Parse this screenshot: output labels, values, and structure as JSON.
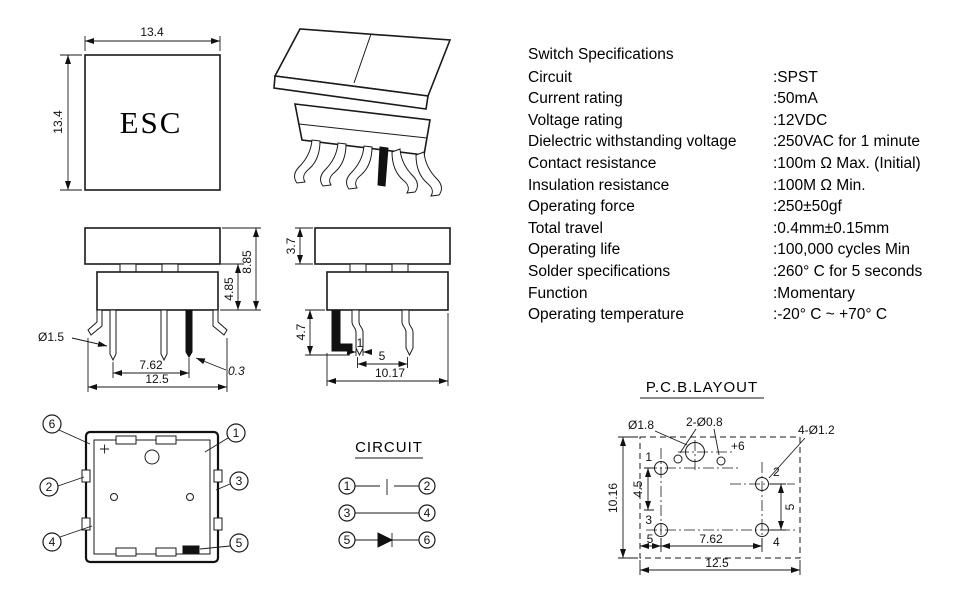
{
  "front_view": {
    "key_label": "ESC",
    "width_dim": "13.4",
    "height_dim": "13.4"
  },
  "side_view_a": {
    "total_height_dim": "8.85",
    "body_height_dim": "4.85",
    "pin_diameter_dim": "Ø1.5",
    "pin_pitch_dim": "7.62",
    "base_width_dim": "12.5",
    "offset_dim": "0.3"
  },
  "side_view_b": {
    "cap_height_dim": "3.7",
    "pin_length_dim": "4.7",
    "pin_width_dim": "1",
    "pin_pitch_dim": "5",
    "body_width_dim": "10.17"
  },
  "bottom_view": {
    "callouts": [
      "1",
      "2",
      "3",
      "4",
      "5",
      "6"
    ]
  },
  "circuit": {
    "title": "CIRCUIT",
    "pins": [
      "1",
      "2",
      "3",
      "4",
      "5",
      "6"
    ]
  },
  "pcb_layout": {
    "title": "P.C.B.LAYOUT",
    "center_hole_dim": "Ø1.8",
    "led_holes_dim": "2-Ø0.8",
    "pin_holes_dim": "4-Ø1.2",
    "anode_label": "+6",
    "hole_labels": [
      "1",
      "2",
      "3",
      "4"
    ],
    "row_spacing_dim": "4.5",
    "height_dim": "10.16",
    "col_spacing_dim": "5",
    "edge_offset_dim": "5",
    "pin_pitch_dim": "7.62",
    "width_dim": "12.5"
  },
  "specs": {
    "title": "Switch Specifications",
    "rows": [
      {
        "label": "Circuit",
        "value": ":SPST"
      },
      {
        "label": "Current rating",
        "value": ":50mA"
      },
      {
        "label": "Voltage rating",
        "value": ":12VDC"
      },
      {
        "label": "Dielectric withstanding voltage",
        "value": ":250VAC for 1 minute"
      },
      {
        "label": "Contact resistance",
        "value": ":100m Ω Max. (Initial)"
      },
      {
        "label": "Insulation resistance",
        "value": ":100M Ω Min."
      },
      {
        "label": "Operating force",
        "value": ":250±50gf"
      },
      {
        "label": "Total travel",
        "value": ":0.4mm±0.15mm"
      },
      {
        "label": "Operating life",
        "value": ":100,000 cycles Min"
      },
      {
        "label": "Solder specifications",
        "value": ":260° C for 5 seconds"
      },
      {
        "label": "Function",
        "value": ":Momentary"
      },
      {
        "label": "Operating temperature",
        "value": ":-20° C ~ +70° C"
      }
    ]
  }
}
